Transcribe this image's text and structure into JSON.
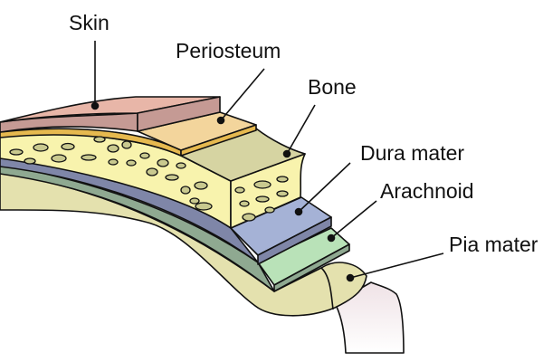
{
  "labels": {
    "skin": "Skin",
    "periosteum": "Periosteum",
    "bone": "Bone",
    "dura": "Dura mater",
    "arachnoid": "Arachnoid",
    "pia": "Pia mater"
  },
  "colors": {
    "skin_top": "#e8b6a8",
    "skin_front": "#c59a94",
    "periosteum": "#f3d59c",
    "periosteum_band": "#e6b94f",
    "bone_spongy": "#f8f3ad",
    "bone_top": "#d6d4a2",
    "bone_hole": "#c9c98f",
    "dura": "#a5b2d6",
    "dura_side": "#7f86a8",
    "arachnoid": "#b9e2b8",
    "arachnoid_side": "#8fa991",
    "pia_brain": "#e4e1ae",
    "cortex": "#f3e6ea"
  }
}
